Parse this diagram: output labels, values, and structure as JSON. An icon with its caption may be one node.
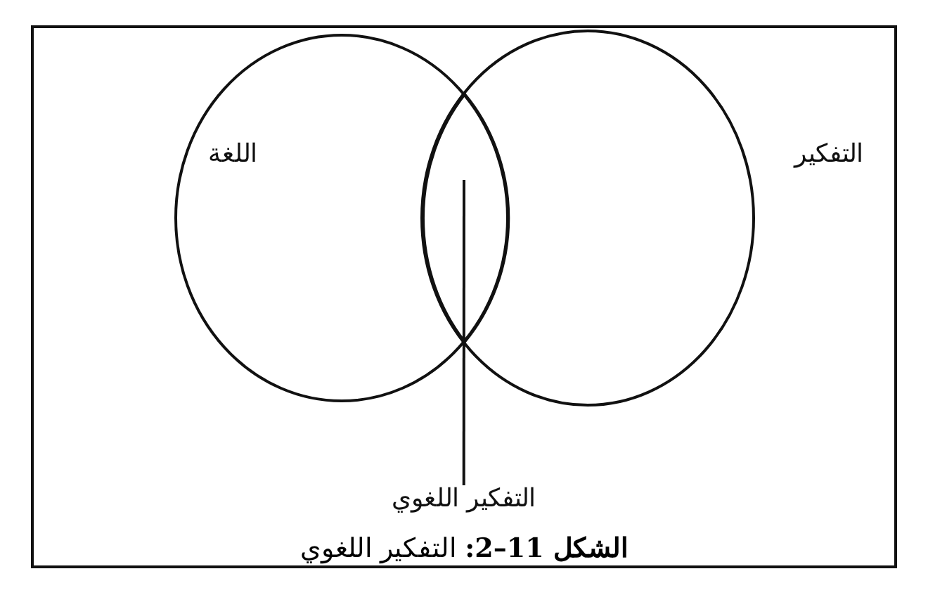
{
  "diagram": {
    "caption": "**الشكل 11–2:** التفكير اللغوي",
    "nodes": [
      {
        "text": [
          "اللغة"
        ]
      },
      {
        "text": [
          "التفكير"
        ]
      },
      {
        "text": [
          "التفكير اللغوي"
        ]
      },
      {
        "text": [],
        "shape": "lens"
      }
    ],
    "edges": [
      {
        "from": 2,
        "to": 3,
        "arrow": "none"
      }
    ]
  }
}
